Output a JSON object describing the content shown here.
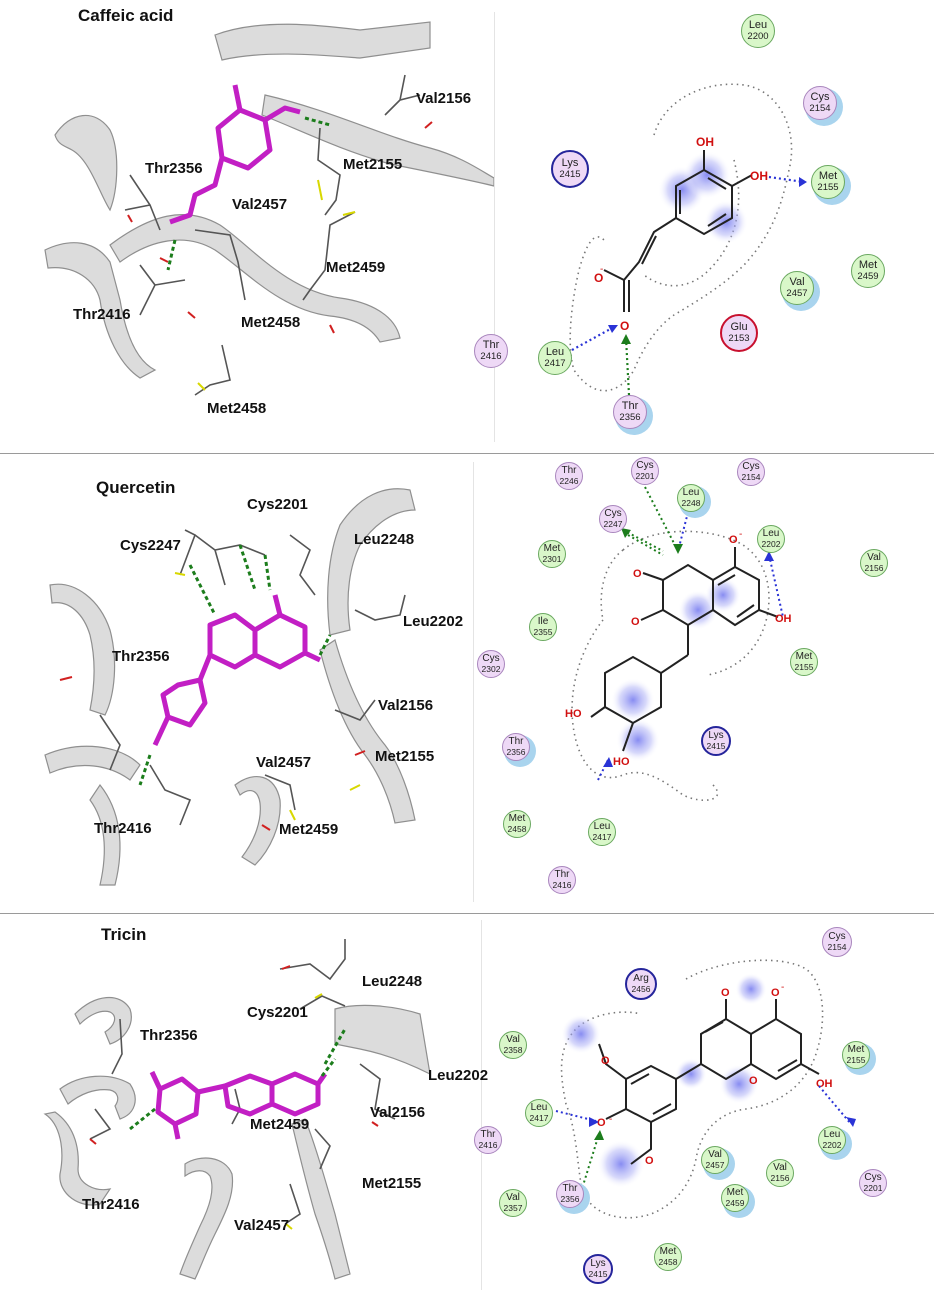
{
  "panels": [
    {
      "title": "Caffeic acid",
      "labels3d": [
        "Val2156",
        "Thr2356",
        "Met2155",
        "Val2457",
        "Met2459",
        "Thr2416",
        "Met2458",
        "Met2458"
      ],
      "residues": [
        {
          "name": "Leu",
          "num": "2200",
          "type": "green"
        },
        {
          "name": "Cys",
          "num": "2154",
          "type": "pink"
        },
        {
          "name": "Lys",
          "num": "2415",
          "type": "lys"
        },
        {
          "name": "Met",
          "num": "2155",
          "type": "green"
        },
        {
          "name": "Val",
          "num": "2457",
          "type": "green"
        },
        {
          "name": "Met",
          "num": "2459",
          "type": "green"
        },
        {
          "name": "Glu",
          "num": "2153",
          "type": "glu"
        },
        {
          "name": "Thr",
          "num": "2416",
          "type": "pink"
        },
        {
          "name": "Leu",
          "num": "2417",
          "type": "green"
        },
        {
          "name": "Thr",
          "num": "2356",
          "type": "pink"
        }
      ],
      "atoms": [
        "OH",
        "OH",
        "O",
        "-",
        "O"
      ]
    },
    {
      "title": "Quercetin",
      "labels3d": [
        "Cys2201",
        "Cys2247",
        "Leu2248",
        "Leu2202",
        "Thr2356",
        "Val2156",
        "Met2155",
        "Val2457",
        "Met2459",
        "Thr2416"
      ],
      "residues": [
        {
          "name": "Thr",
          "num": "2246",
          "type": "pink"
        },
        {
          "name": "Cys",
          "num": "2201",
          "type": "pink"
        },
        {
          "name": "Cys",
          "num": "2154",
          "type": "pink"
        },
        {
          "name": "Leu",
          "num": "2248",
          "type": "green"
        },
        {
          "name": "Cys",
          "num": "2247",
          "type": "pink"
        },
        {
          "name": "Leu",
          "num": "2202",
          "type": "green"
        },
        {
          "name": "Met",
          "num": "2301",
          "type": "green"
        },
        {
          "name": "Val",
          "num": "2156",
          "type": "green"
        },
        {
          "name": "Ile",
          "num": "2355",
          "type": "green"
        },
        {
          "name": "Cys",
          "num": "2302",
          "type": "pink"
        },
        {
          "name": "Met",
          "num": "2155",
          "type": "green"
        },
        {
          "name": "Lys",
          "num": "2415",
          "type": "lys"
        },
        {
          "name": "Thr",
          "num": "2356",
          "type": "pink"
        },
        {
          "name": "Met",
          "num": "2458",
          "type": "green"
        },
        {
          "name": "Leu",
          "num": "2417",
          "type": "green"
        },
        {
          "name": "Thr",
          "num": "2416",
          "type": "pink"
        }
      ],
      "atoms": [
        "O",
        "-",
        "O",
        "O",
        "OH",
        "HO",
        "HO"
      ]
    },
    {
      "title": "Tricin",
      "labels3d": [
        "Leu2248",
        "Cys2201",
        "Thr2356",
        "Leu2202",
        "Met2459",
        "Val2156",
        "Met2155",
        "Thr2416",
        "Val2457"
      ],
      "residues": [
        {
          "name": "Cys",
          "num": "2154",
          "type": "pink"
        },
        {
          "name": "Arg",
          "num": "2456",
          "type": "lys"
        },
        {
          "name": "Val",
          "num": "2358",
          "type": "green"
        },
        {
          "name": "Met",
          "num": "2155",
          "type": "green"
        },
        {
          "name": "Leu",
          "num": "2417",
          "type": "green"
        },
        {
          "name": "Thr",
          "num": "2416",
          "type": "pink"
        },
        {
          "name": "Leu",
          "num": "2202",
          "type": "green"
        },
        {
          "name": "Val",
          "num": "2457",
          "type": "green"
        },
        {
          "name": "Val",
          "num": "2156",
          "type": "green"
        },
        {
          "name": "Cys",
          "num": "2201",
          "type": "pink"
        },
        {
          "name": "Met",
          "num": "2459",
          "type": "green"
        },
        {
          "name": "Val",
          "num": "2357",
          "type": "green"
        },
        {
          "name": "Thr",
          "num": "2356",
          "type": "pink"
        },
        {
          "name": "Met",
          "num": "2458",
          "type": "green"
        },
        {
          "name": "Lys",
          "num": "2415",
          "type": "lys"
        }
      ],
      "atoms": [
        "O",
        "O",
        "-",
        "O",
        "O",
        "-",
        "O",
        "OH",
        "O"
      ]
    }
  ],
  "colors": {
    "ligand": "#c21fc4",
    "ribbon": "#d9d9d9",
    "hbond_green": "#1c7d1c",
    "hbond_blue": "#2a33d6",
    "halo": "#a9d4ee",
    "atom_red": "#d11010"
  }
}
